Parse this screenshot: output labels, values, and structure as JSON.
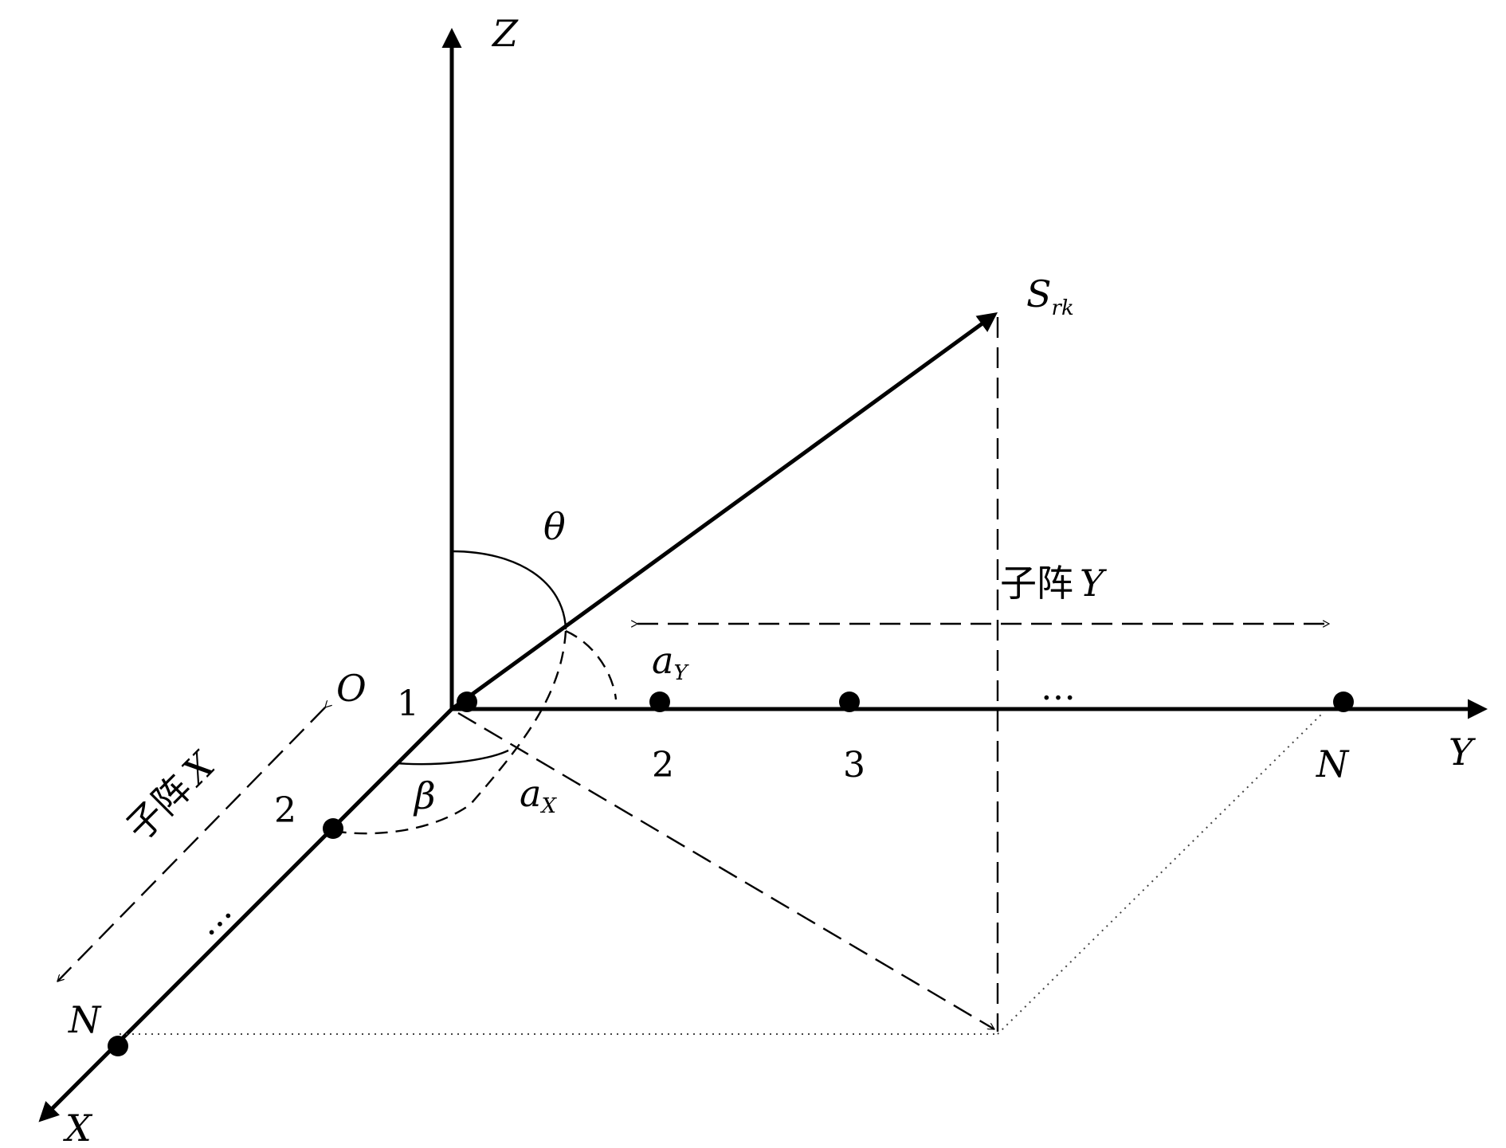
{
  "axes": {
    "z": "Z",
    "y": "Y",
    "x": "X"
  },
  "origin": "O",
  "signal": {
    "base": "S",
    "sub": "rk"
  },
  "angles": {
    "theta": "θ",
    "beta": "β"
  },
  "spacing": {
    "ay_base": "a",
    "ay_sub": "Y",
    "ax_base": "a",
    "ax_sub": "X"
  },
  "subarray_y": {
    "cn": "子阵",
    "var": "Y"
  },
  "subarray_x": {
    "cn": "子阵",
    "var": "X"
  },
  "y_elements": {
    "first": "1",
    "second": "2",
    "third": "3",
    "ellipsis": "…",
    "last": "N"
  },
  "x_elements": {
    "second": "2",
    "ellipsis": "…",
    "last": "N"
  }
}
